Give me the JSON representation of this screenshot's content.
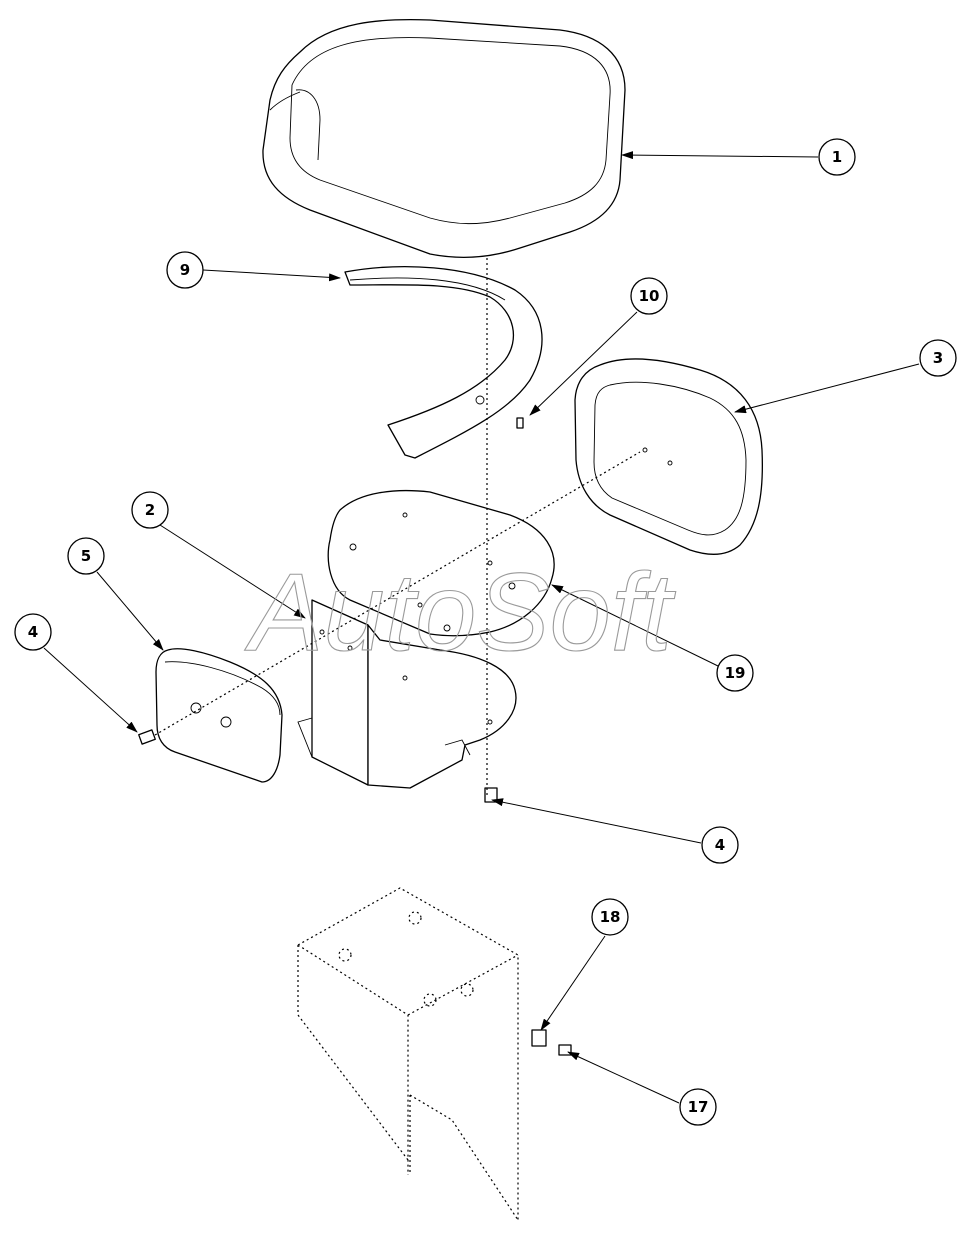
{
  "watermark": "AutoSoft",
  "callouts": [
    {
      "id": "c1",
      "label": "1"
    },
    {
      "id": "c9",
      "label": "9"
    },
    {
      "id": "c10",
      "label": "10"
    },
    {
      "id": "c3",
      "label": "3"
    },
    {
      "id": "c2",
      "label": "2"
    },
    {
      "id": "c5",
      "label": "5"
    },
    {
      "id": "c4a",
      "label": "4"
    },
    {
      "id": "c19",
      "label": "19"
    },
    {
      "id": "c4b",
      "label": "4"
    },
    {
      "id": "c18",
      "label": "18"
    },
    {
      "id": "c17",
      "label": "17"
    }
  ]
}
